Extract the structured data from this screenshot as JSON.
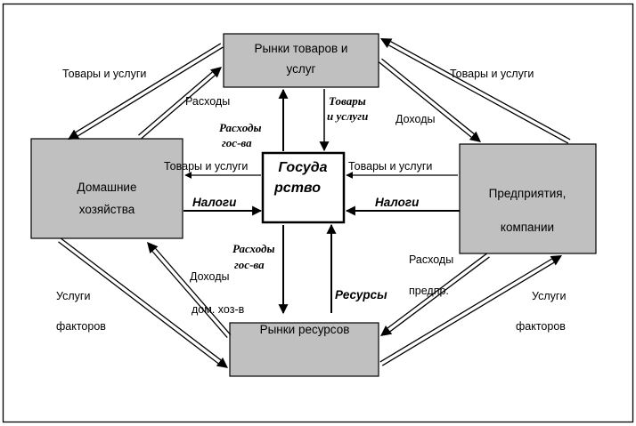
{
  "nodes": {
    "goods_market": [
      "Рынки товаров и",
      "услуг"
    ],
    "households": [
      "Домашние",
      "хозяйства"
    ],
    "government": [
      "Госуда",
      "рство"
    ],
    "enterprises": [
      "Предприятия,",
      "компании"
    ],
    "resource_market": [
      "Рынки ресурсов"
    ]
  },
  "labels": {
    "goods_services_left": "Товары и услуги",
    "expenses_households": "Расходы",
    "goods_services_right": "Товары и услуги",
    "income_enterprises": "Доходы",
    "gov_expenses_top": [
      "Расходы",
      "гос-ва"
    ],
    "goods_services_to_gov": [
      "Товары",
      "и услуги"
    ],
    "goods_services_gov_to_households": "Товары и услуги",
    "goods_services_enterprises_to_gov": "Товары и услуги",
    "taxes_households": "Налоги",
    "taxes_enterprises": "Налоги",
    "gov_expenses_bottom": [
      "Расходы",
      "гос-ва"
    ],
    "resources": "Ресурсы",
    "income_households": [
      "Доходы",
      "дом. хоз-в"
    ],
    "enterprise_expenses": [
      "Расходы",
      "предпр."
    ],
    "factor_services_left": [
      "Услуги",
      "факторов"
    ],
    "factor_services_right": [
      "Услуги",
      "факторов"
    ]
  }
}
